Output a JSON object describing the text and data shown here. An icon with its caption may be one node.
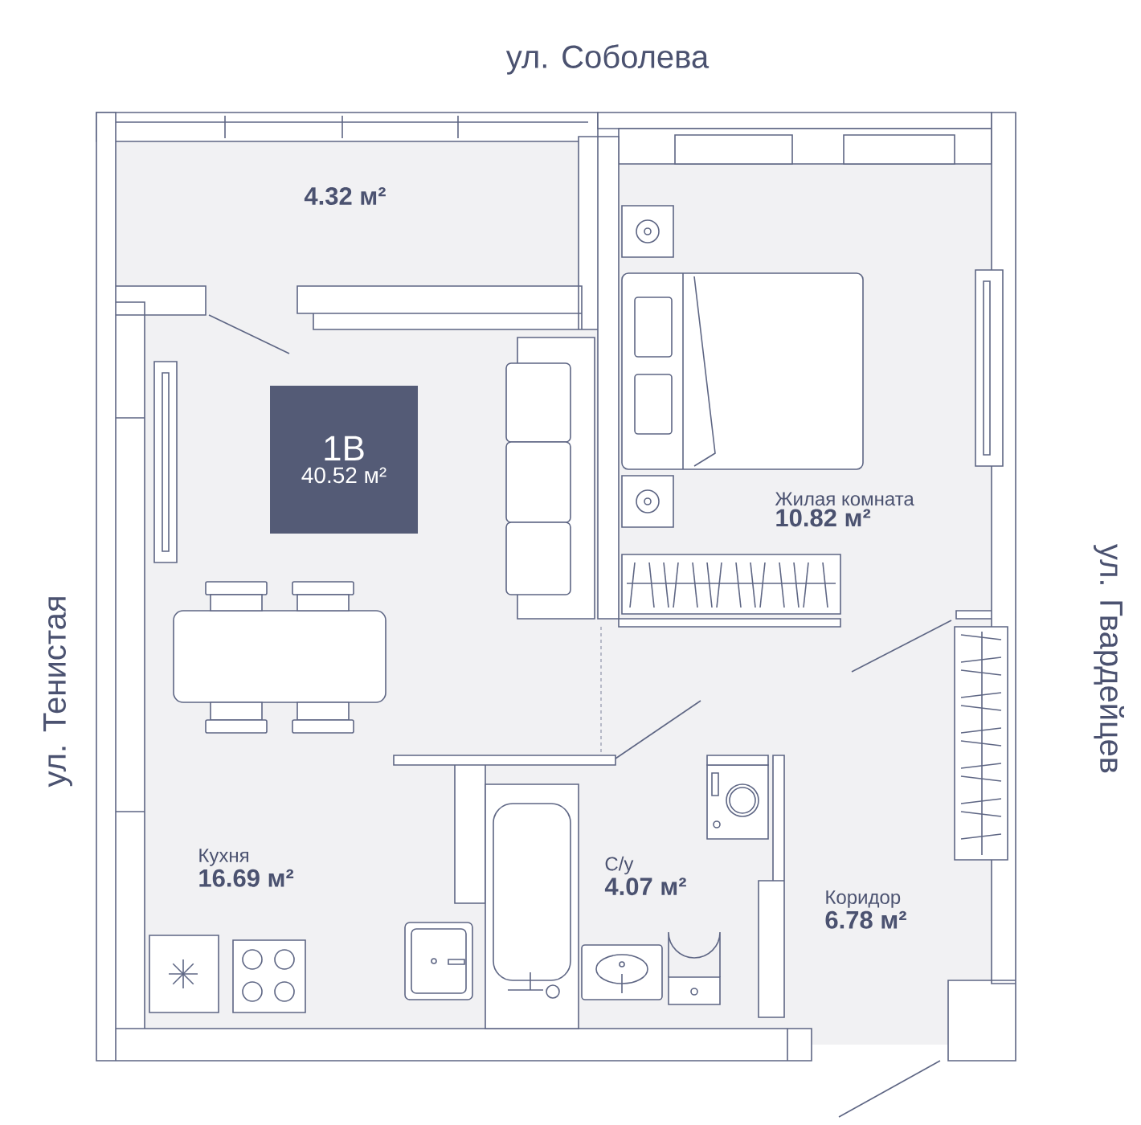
{
  "diagram": {
    "nodes": [
      {
        "text": [
          "1В",
          "40.52 м²"
        ]
      },
      {
        "text": [
          "4.32 м²"
        ]
      },
      {
        "text": [
          "Жилая комната",
          "10.82 м²"
        ]
      },
      {
        "text": [
          "Кухня",
          "16.69 м²"
        ]
      },
      {
        "text": [
          "С/у",
          "4.07 м²"
        ]
      },
      {
        "text": [
          "Коридор",
          "6.78 м²"
        ]
      }
    ],
    "labels": [
      "ул. Соболева",
      "ул. Тенистая",
      "ул. Гвардейцев"
    ]
  }
}
